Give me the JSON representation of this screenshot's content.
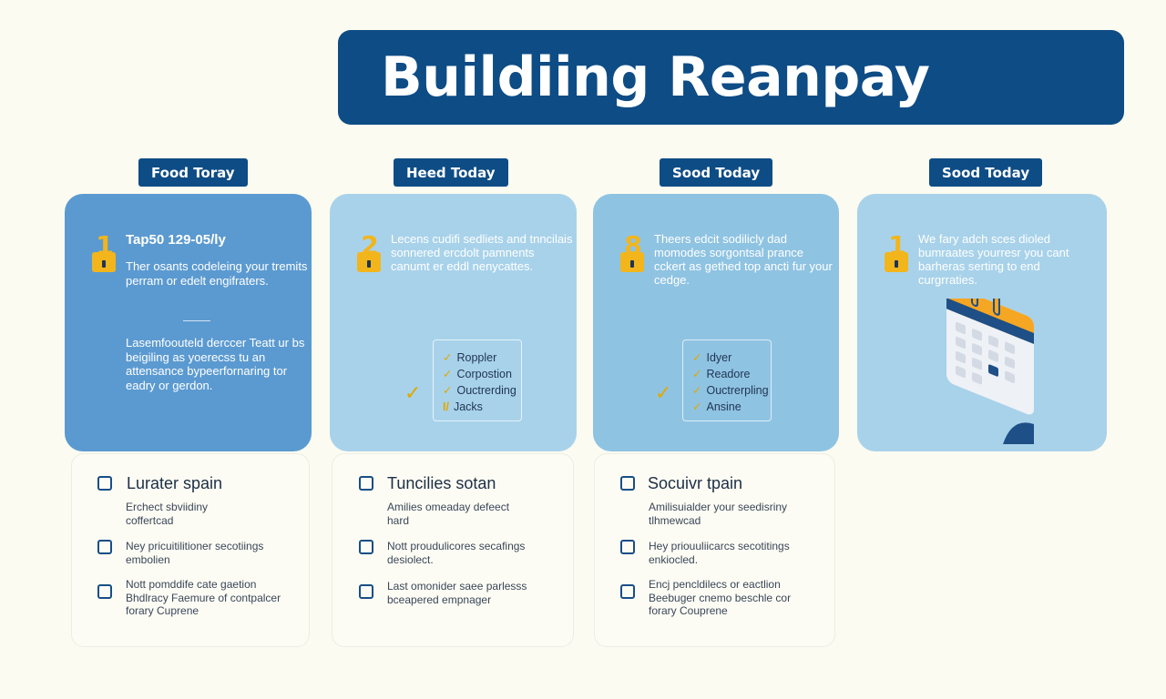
{
  "page": {
    "title": "Buildiing Reanpay"
  },
  "columns": [
    {
      "tab": "Food Toray",
      "card": {
        "number": "1",
        "heading": "Tap50 129-05/ly",
        "body": "Ther osants codeleing your tremits perram or edelt engifraters.",
        "note": "Lasemfoouteld derccer Teatt ur bs beigiling as yoerecss tu an attensance bypeerfornaring tor eadry or gerdon."
      },
      "tasks": {
        "title": "Lurater spain",
        "items": [
          "Erchect sbviidiny coffertcad",
          "Ney pricuitilitioner secotiings embolien",
          "Nott pomddife cate gaetion Bhdlracy Faemure of contpalcer forary Cuprene"
        ]
      }
    },
    {
      "tab": "Heed Today",
      "card": {
        "number": "2",
        "intro": "Lecens cudifi sedliets and tnncilais sonnered ercdolt pamnents canumt er eddl nenycattes.",
        "checklist": [
          "Roppler",
          "Corpostion",
          "Ouctrerding",
          "Jacks"
        ]
      },
      "tasks": {
        "title": "Tuncilies sotan",
        "items": [
          "Amilies omeaday defeect hard",
          "Nott proudulicores secafings desiolect.",
          "Last omonider saee parlesss bceapered empnager"
        ]
      }
    },
    {
      "tab": "Sood Today",
      "card": {
        "number": "8",
        "intro": "Theers edcit sodilicly dad momodes sorgontsal prance cckert as gethed top ancti fur your cedge.",
        "checklist": [
          "Idyer",
          "Readore",
          "Ouctrerpling",
          "Ansine"
        ]
      },
      "tasks": {
        "title": "Socuivr tpain",
        "items": [
          "Amilisuialder your seedisriny tlhmewcad",
          "Hey priouuliicarcs secotitings enkiocled.",
          "Encj pencldilecs or eactlion Beebuger cnemo beschle cor forary Couprene"
        ]
      }
    },
    {
      "tab": "Sood Today",
      "card": {
        "number": "1",
        "intro": "We fary adch sces dioled bumraates yourresr you cant barheras serting to end curgrraties."
      }
    }
  ],
  "colors": {
    "banner": "#0e4c85",
    "card_dark": "#5b9ad0",
    "card_light": "#a8d2ea",
    "card_mid": "#8fc3e2",
    "accent_yellow": "#f3b51c",
    "calendar_orange": "#f5a623"
  },
  "icons": {
    "number_badge": "number-lock-icon",
    "checkbox": "checkbox-icon",
    "check": "checkmark-icon",
    "calendar": "calendar-icon"
  }
}
